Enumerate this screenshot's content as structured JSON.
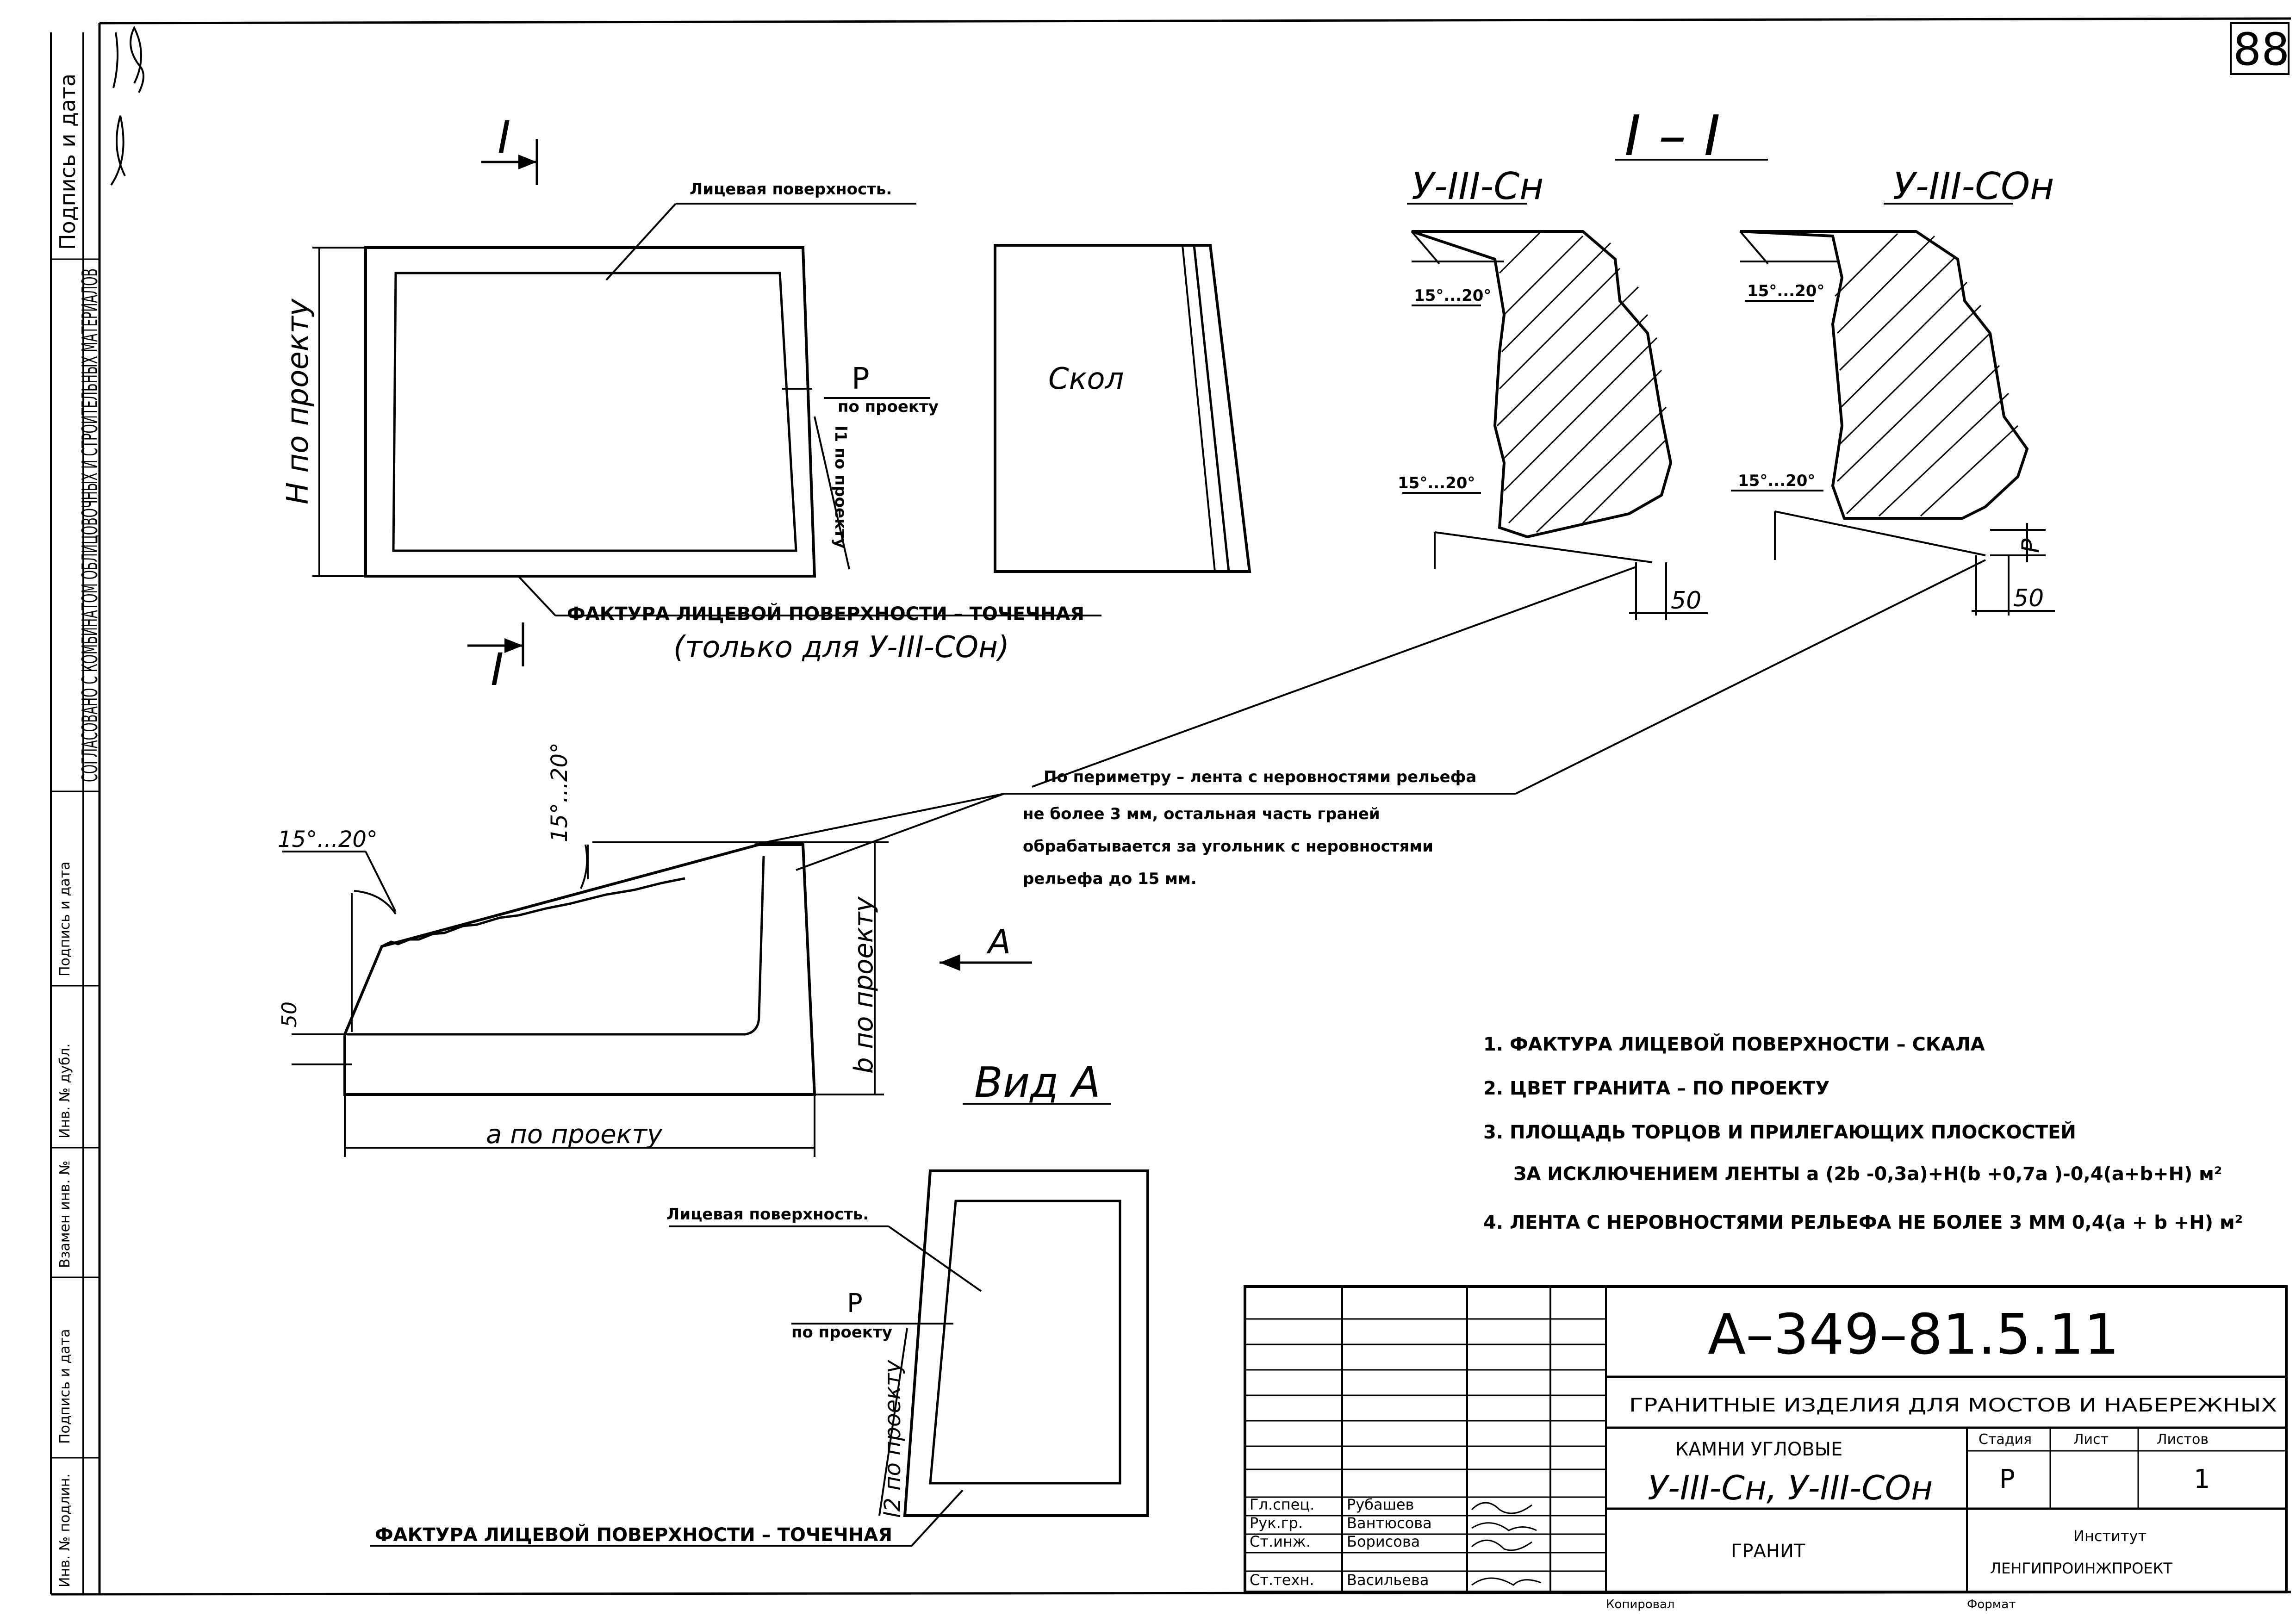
{
  "sheet_number": "88",
  "side_stamp": {
    "signature_date_top": "Подпись и дата",
    "agreed": "СОГЛАСОВАНО С КОМБИНАТОМ ОБЛИЦОВОЧНЫХ И СТРОИТЕЛЬНЫХ МАТЕРИАЛОВ",
    "signature_date_mid": "Подпись и дата",
    "inv_dub": "Инв. № дубл.",
    "vzam_inv": "Взамен инв. №",
    "signature_date_low": "Подпись и дата",
    "inv_orig": "Инв. № подлин."
  },
  "section_mark": "I",
  "section_title": "I – I",
  "front_view": {
    "face_label": "Лицевая поверхность.",
    "h_label": "H по проекту",
    "p_letter": "P",
    "p_note": "по проекту",
    "l1_label": "l1 по проекту",
    "texture_note": "ФАКТУРА ЛИЦЕВОЙ ПОВЕРХНОСТИ – ТОЧЕЧНАЯ",
    "texture_note_2": "(только для У-III-СОн)"
  },
  "side_view": {
    "label": "Скол"
  },
  "section_views": [
    {
      "title": "У-III-Сн",
      "angle_top": "15°...20°",
      "angle_bottom": "15°...20°",
      "dim": "50"
    },
    {
      "title": "У-III-СОн",
      "angle_top": "15°...20°",
      "angle_bottom": "15°...20°",
      "dim": "50",
      "p_letter": "P"
    }
  ],
  "perimeter_note": [
    "По периметру – лента с неровностями рельефа",
    "не более 3 мм, остальная часть граней",
    "обрабатывается за угольник с неровностями",
    "рельефа до 15 мм."
  ],
  "plan_view": {
    "angle_left": "15°...20°",
    "angle_top": "15°...20°",
    "dim_50": "50",
    "a_label": "a по проекту",
    "b_label": "b по проекту",
    "arrow_label": "A"
  },
  "view_a": {
    "title": "Вид А",
    "face_label": "Лицевая поверхность.",
    "p_letter": "P",
    "p_note": "по проекту",
    "l2_label": "l2 по проекту",
    "texture_note": "ФАКТУРА ЛИЦЕВОЙ ПОВЕРХНОСТИ – ТОЧЕЧНАЯ"
  },
  "notes": [
    "1. ФАКТУРА ЛИЦЕВОЙ ПОВЕРХНОСТИ – СКАЛА",
    "2. ЦВЕТ ГРАНИТА – ПО ПРОЕКТУ",
    "3. ПЛОЩАДЬ ТОРЦОВ И ПРИЛЕГАЮЩИХ ПЛОСКОСТЕЙ",
    "ЗА ИСКЛЮЧЕНИЕМ ЛЕНТЫ a (2b -0,3a)+H(b +0,7a )-0,4(a+b+H) м²",
    "4. ЛЕНТА С НЕРОВНОСТЯМИ РЕЛЬЕФА НЕ БОЛЕЕ 3 ММ 0,4(a + b +H) м²"
  ],
  "title_block": {
    "code": "А–349–81.5.11",
    "subject": "ГРАНИТНЫЕ ИЗДЕЛИЯ ДЛЯ МОСТОВ И НАБЕРЕЖНЫХ",
    "item": "КАМНИ УГЛОВЫЕ",
    "item_marks": "У-III-Сн, У-III-СОн",
    "stage_label": "Стадия",
    "sheet_label": "Лист",
    "sheets_label": "Листов",
    "stage": "Р",
    "sheets": "1",
    "material": "ГРАНИТ",
    "org_1": "Институт",
    "org_2": "ЛЕНГИПРОИНЖПРОЕКТ",
    "copied": "Копировал",
    "format": "Формат",
    "staff": [
      {
        "role": "Гл.спец.",
        "name": "Рубашев"
      },
      {
        "role": "Рук.гр.",
        "name": "Вантюсова"
      },
      {
        "role": "Ст.инж.",
        "name": "Борисова"
      },
      {
        "role": "Ст.техн.",
        "name": "Васильева"
      }
    ]
  }
}
